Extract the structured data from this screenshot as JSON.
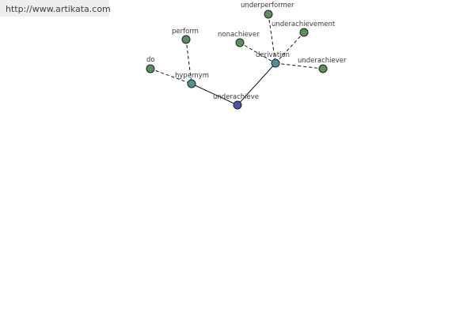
{
  "header": {
    "url": "http://www.artikata.com"
  },
  "graph": {
    "center": "underachieve",
    "relations": [
      "hypernym",
      "derivation"
    ],
    "hypernyms": [
      "do",
      "perform"
    ],
    "derivations": [
      "underperformer",
      "underachievement",
      "nonachiever",
      "underachiever"
    ]
  },
  "colors": {
    "leaf_node": "#5b8f5b",
    "relation_node": "#4f9293",
    "center_node": "#4b52a8"
  },
  "icons": {
    "node": "circle-icon"
  }
}
